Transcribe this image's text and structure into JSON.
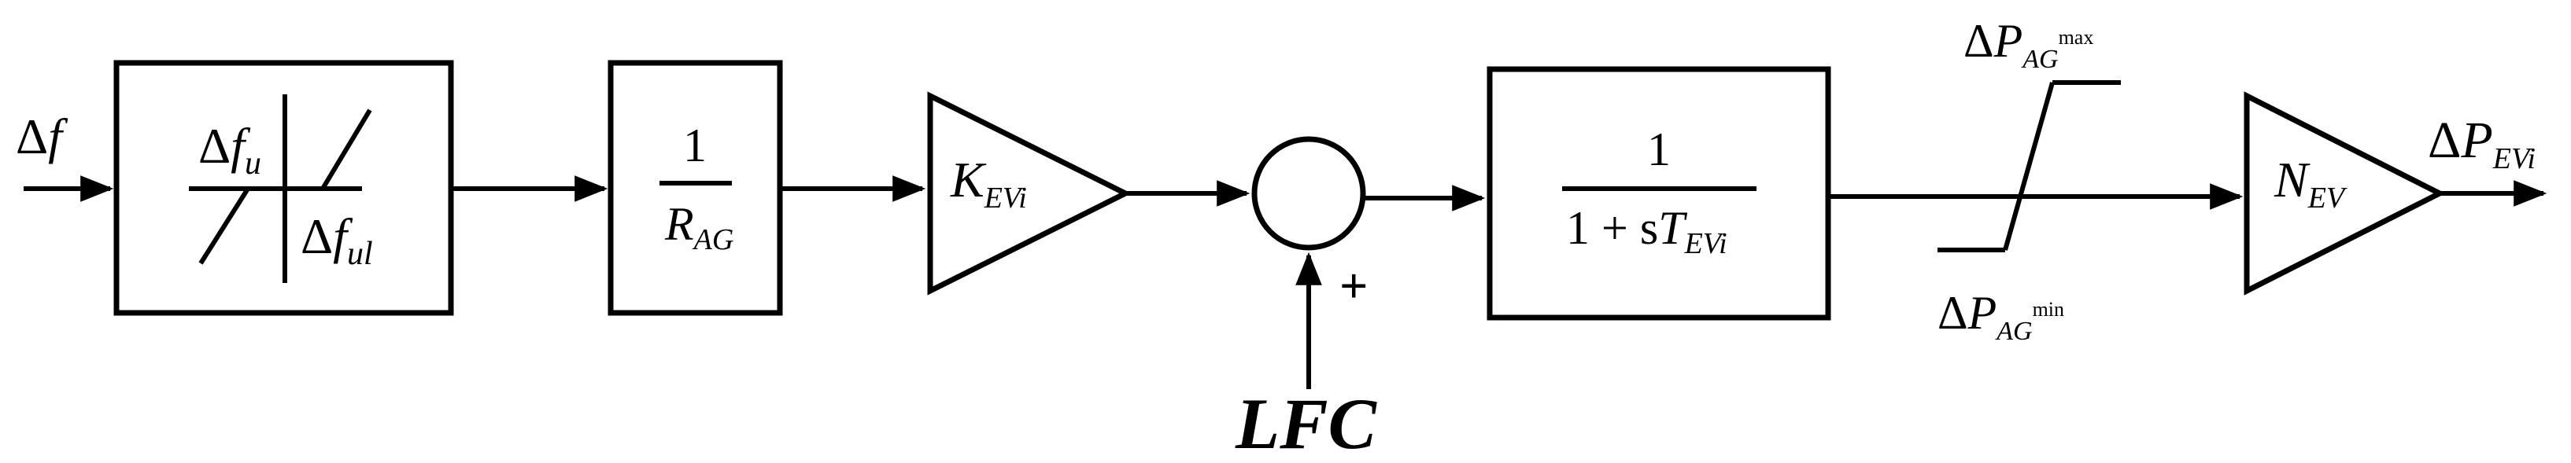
{
  "input": {
    "delta": "Δ",
    "var": "f"
  },
  "deadband": {
    "upper": {
      "delta": "Δ",
      "var": "f",
      "sub": "u"
    },
    "lower": {
      "delta": "Δ",
      "var": "f",
      "sub": "ul"
    }
  },
  "gain_block": {
    "numerator": "1",
    "denominator_var": "R",
    "denominator_sub": "AG"
  },
  "gain_triangle": {
    "var": "K",
    "sub": "EVi"
  },
  "summer": {
    "sign": "+"
  },
  "lfc_input": "LFC",
  "lag_block": {
    "numerator": "1",
    "den_prefix": "1 + s",
    "den_var": "T",
    "den_sub": "EVi"
  },
  "limiter": {
    "max": {
      "delta": "Δ",
      "var": "P",
      "sub": "AG",
      "sup": "max"
    },
    "min": {
      "delta": "Δ",
      "var": "P",
      "sub": "AG",
      "sup": "min"
    }
  },
  "ev_triangle": {
    "var": "N",
    "sub": "EV"
  },
  "output": {
    "delta": "Δ",
    "var": "P",
    "sub": "EVi"
  },
  "colors": {
    "stroke": "#000000",
    "background": "#ffffff"
  }
}
